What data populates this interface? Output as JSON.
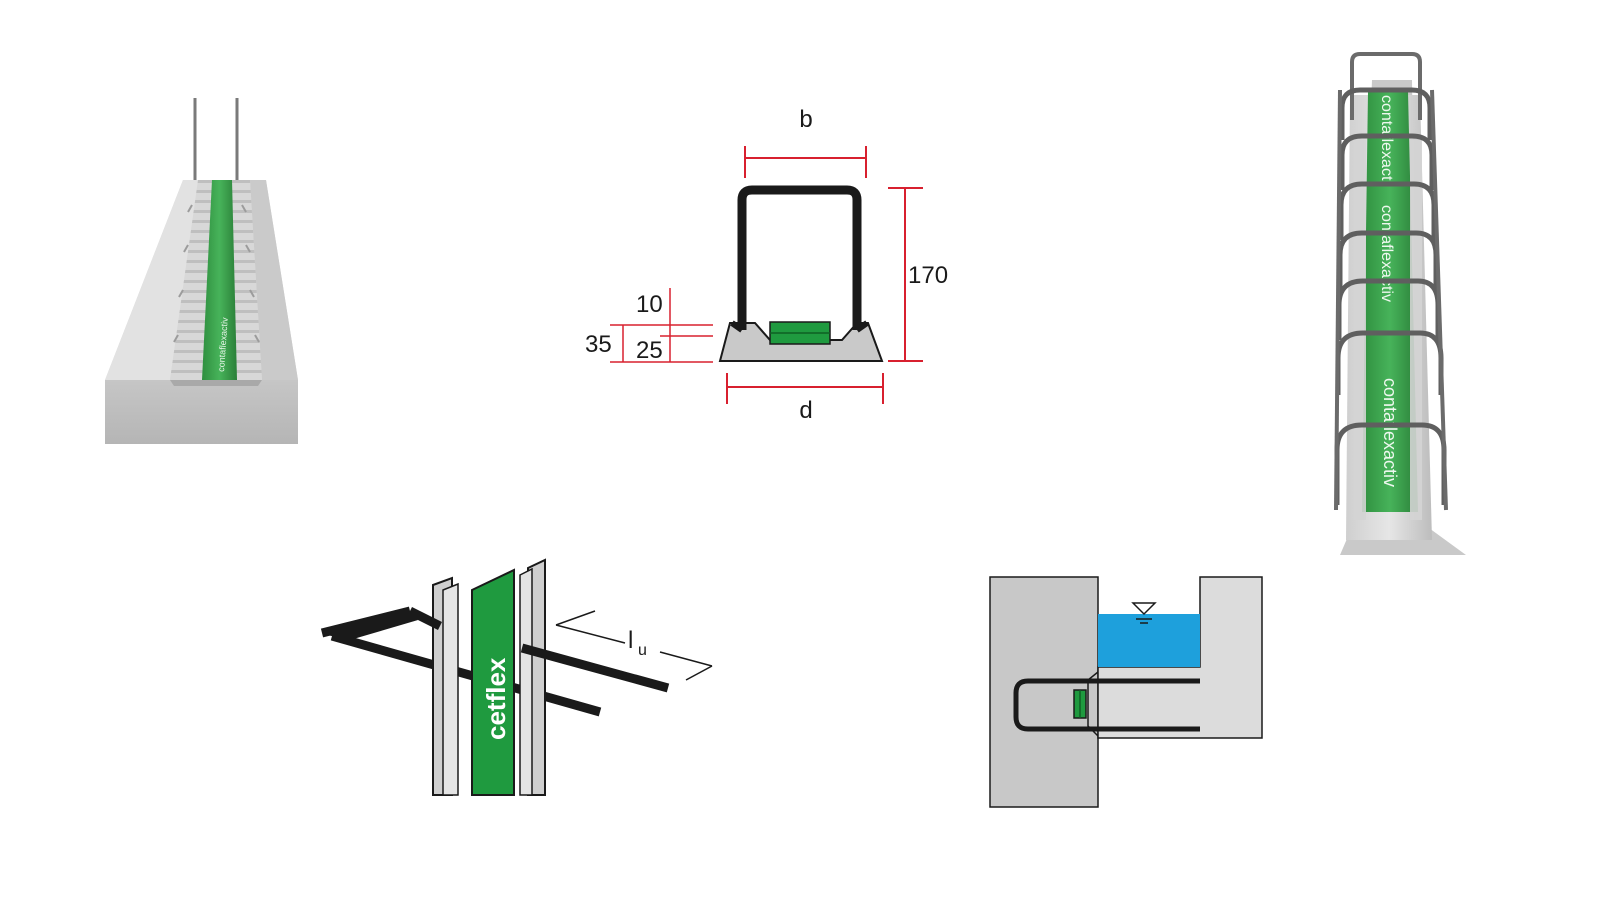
{
  "colors": {
    "background": "#ffffff",
    "dimension_line": "#d8202f",
    "profile_stroke": "#1a1a1a",
    "concrete_fill": "#c8c8c8",
    "concrete_light": "#dcdcdc",
    "concrete_dark": "#9a9a9a",
    "membrane_green": "#1f9a3f",
    "water_blue": "#1ea0dc",
    "rebar_gray": "#6b6b6b"
  },
  "cross_section": {
    "width_label": "b",
    "base_label": "d",
    "height_label": "170",
    "dim_10": "10",
    "dim_25": "25",
    "dim_35": "35"
  },
  "connector_sketch": {
    "length_label_main": "l",
    "length_label_sub": "u",
    "strip_text": "cetflex"
  },
  "photos": {
    "left_strip_text": "contaflexactiv",
    "right_strip_text_1": "contaflexacti",
    "right_strip_text_2": "contaflexactiv",
    "right_strip_text_3": "contaflexactiv"
  },
  "joint_section": {
    "water_level_icon": "water-level-triangle-icon"
  }
}
